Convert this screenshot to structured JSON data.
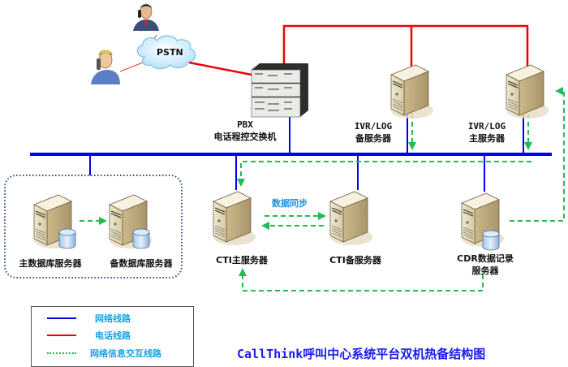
{
  "title": "CallThink呼叫中心系统平台双机热备结构图",
  "cloud": {
    "label": "PSTN"
  },
  "nodes": {
    "pbx": {
      "line1": "PBX",
      "line2": "电话程控交换机"
    },
    "ivr_backup": {
      "line1": "IVR/LOG",
      "line2": "备服务器"
    },
    "ivr_main": {
      "line1": "IVR/LOG",
      "line2": "主服务器"
    },
    "db_main": {
      "label": "主数据库服务器"
    },
    "db_backup": {
      "label": "备数据库服务器"
    },
    "cti_main": {
      "label": "CTI主服务器"
    },
    "cti_backup": {
      "label": "CTI备服务器"
    },
    "cdr": {
      "line1": "CDR数据记录",
      "line2": "服务器"
    }
  },
  "sync_label": "数据同步",
  "legend": {
    "items": [
      {
        "label": "网络线路",
        "style": "solid",
        "color": "#0000ee"
      },
      {
        "label": "电话线路",
        "style": "solid",
        "color": "#ee0000"
      },
      {
        "label": "网络信息交互线路",
        "style": "dotted",
        "color": "#22bb55"
      }
    ]
  },
  "colors": {
    "network": "#0000ee",
    "phone": "#ee0000",
    "info": "#22bb55",
    "title": "#1a1aee",
    "legend_text": "#1aa3e0"
  }
}
